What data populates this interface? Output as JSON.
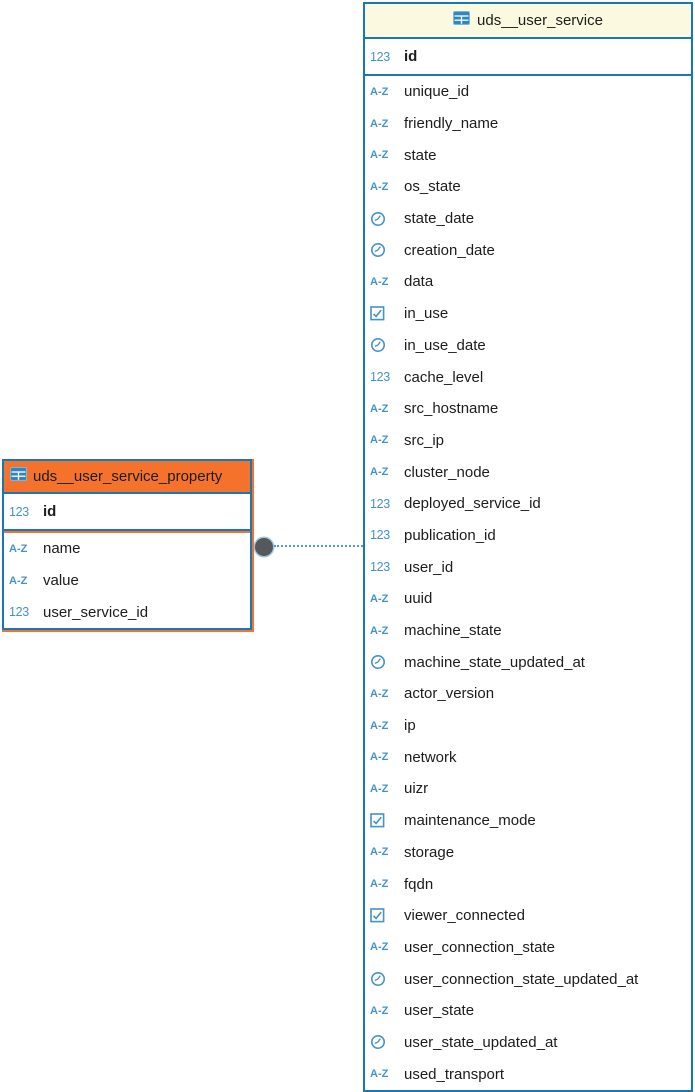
{
  "colors": {
    "table_border_blue": "#1777b7",
    "type_icon_blue": "#4493ca",
    "selected_header_orange": "#f5722d",
    "header_pale_yellow": "#fbf9e0",
    "field_text": "#1c1c1c",
    "connector_dot_gray": "#55595c",
    "connector_line_blue": "#4e9ac9",
    "canvas_background": "#ffffff"
  },
  "type_icons": {
    "number": "123",
    "string": "A-Z",
    "datetime": "clock-icon",
    "boolean": "checkbox-icon"
  },
  "tables": [
    {
      "title": "uds__user_service_property",
      "header_bg": "#f5722d",
      "selected": true,
      "primary_key": {
        "name": "id",
        "type": "number"
      },
      "columns": [
        {
          "name": "name",
          "type": "string"
        },
        {
          "name": "value",
          "type": "string"
        },
        {
          "name": "user_service_id",
          "type": "number"
        }
      ]
    },
    {
      "title": "uds__user_service",
      "header_bg": "#fbf9e0",
      "selected": false,
      "primary_key": {
        "name": "id",
        "type": "number"
      },
      "columns": [
        {
          "name": "unique_id",
          "type": "string"
        },
        {
          "name": "friendly_name",
          "type": "string"
        },
        {
          "name": "state",
          "type": "string"
        },
        {
          "name": "os_state",
          "type": "string"
        },
        {
          "name": "state_date",
          "type": "datetime"
        },
        {
          "name": "creation_date",
          "type": "datetime"
        },
        {
          "name": "data",
          "type": "string"
        },
        {
          "name": "in_use",
          "type": "boolean"
        },
        {
          "name": "in_use_date",
          "type": "datetime"
        },
        {
          "name": "cache_level",
          "type": "number"
        },
        {
          "name": "src_hostname",
          "type": "string"
        },
        {
          "name": "src_ip",
          "type": "string"
        },
        {
          "name": "cluster_node",
          "type": "string"
        },
        {
          "name": "deployed_service_id",
          "type": "number"
        },
        {
          "name": "publication_id",
          "type": "number"
        },
        {
          "name": "user_id",
          "type": "number"
        },
        {
          "name": "uuid",
          "type": "string"
        },
        {
          "name": "machine_state",
          "type": "string"
        },
        {
          "name": "machine_state_updated_at",
          "type": "datetime"
        },
        {
          "name": "actor_version",
          "type": "string"
        },
        {
          "name": "ip",
          "type": "string"
        },
        {
          "name": "network",
          "type": "string"
        },
        {
          "name": "uizr",
          "type": "string"
        },
        {
          "name": "maintenance_mode",
          "type": "boolean"
        },
        {
          "name": "storage",
          "type": "string"
        },
        {
          "name": "fqdn",
          "type": "string"
        },
        {
          "name": "viewer_connected",
          "type": "boolean"
        },
        {
          "name": "user_connection_state",
          "type": "string"
        },
        {
          "name": "user_connection_state_updated_at",
          "type": "datetime"
        },
        {
          "name": "user_state",
          "type": "string"
        },
        {
          "name": "user_state_updated_at",
          "type": "datetime"
        },
        {
          "name": "used_transport",
          "type": "string"
        }
      ]
    }
  ],
  "relationship": {
    "from": "uds__user_service_property",
    "to": "uds__user_service",
    "line_style": "dotted"
  }
}
